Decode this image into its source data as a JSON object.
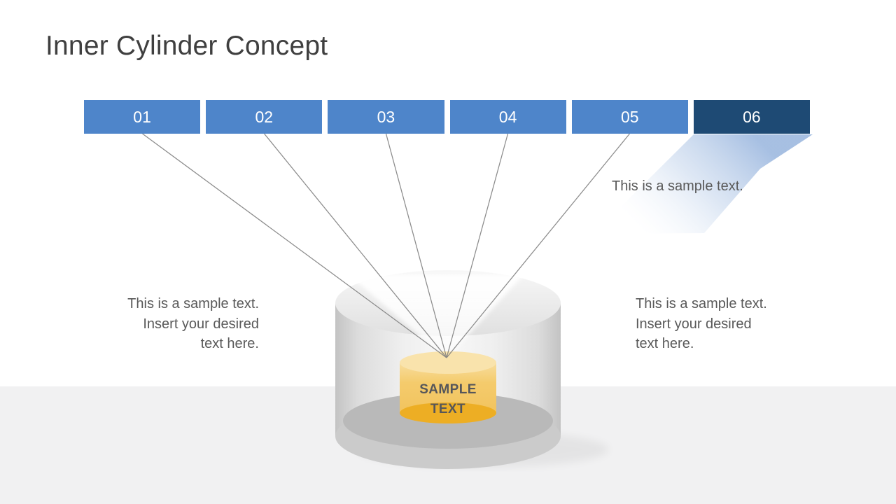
{
  "slide": {
    "title": "Inner Cylinder Concept",
    "background_color": "#FFFFFF",
    "band_color": "#F1F1F2"
  },
  "steps": [
    {
      "label": "01",
      "color": "#4E85CA"
    },
    {
      "label": "02",
      "color": "#4E85CA"
    },
    {
      "label": "03",
      "color": "#4E85CA"
    },
    {
      "label": "04",
      "color": "#4E85CA"
    },
    {
      "label": "05",
      "color": "#4E85CA"
    },
    {
      "label": "06",
      "color": "#1E4A74"
    }
  ],
  "notes": {
    "step6": "This is a sample text.",
    "left": "This is a sample text.\nInsert your desired\ntext here.",
    "right": "This is a sample text.\nInsert your desired\ntext here."
  },
  "cylinder": {
    "inner_label": "SAMPLE\nTEXT",
    "inner_label_color": "#55565A",
    "inner_top_color": "#F9E3AC",
    "inner_body_color": "#F3C766",
    "inner_base_color": "#EDAE24",
    "outer_wall_edge_color": "#C3C3C3",
    "outer_wall_center_color": "#F8F8F8",
    "outer_base_color": "#CBCBCB",
    "floor_shadow_color": "#B9B9B9"
  },
  "connector": {
    "line_color": "#7F7F7F",
    "beam_color": "#A2BCE1"
  }
}
